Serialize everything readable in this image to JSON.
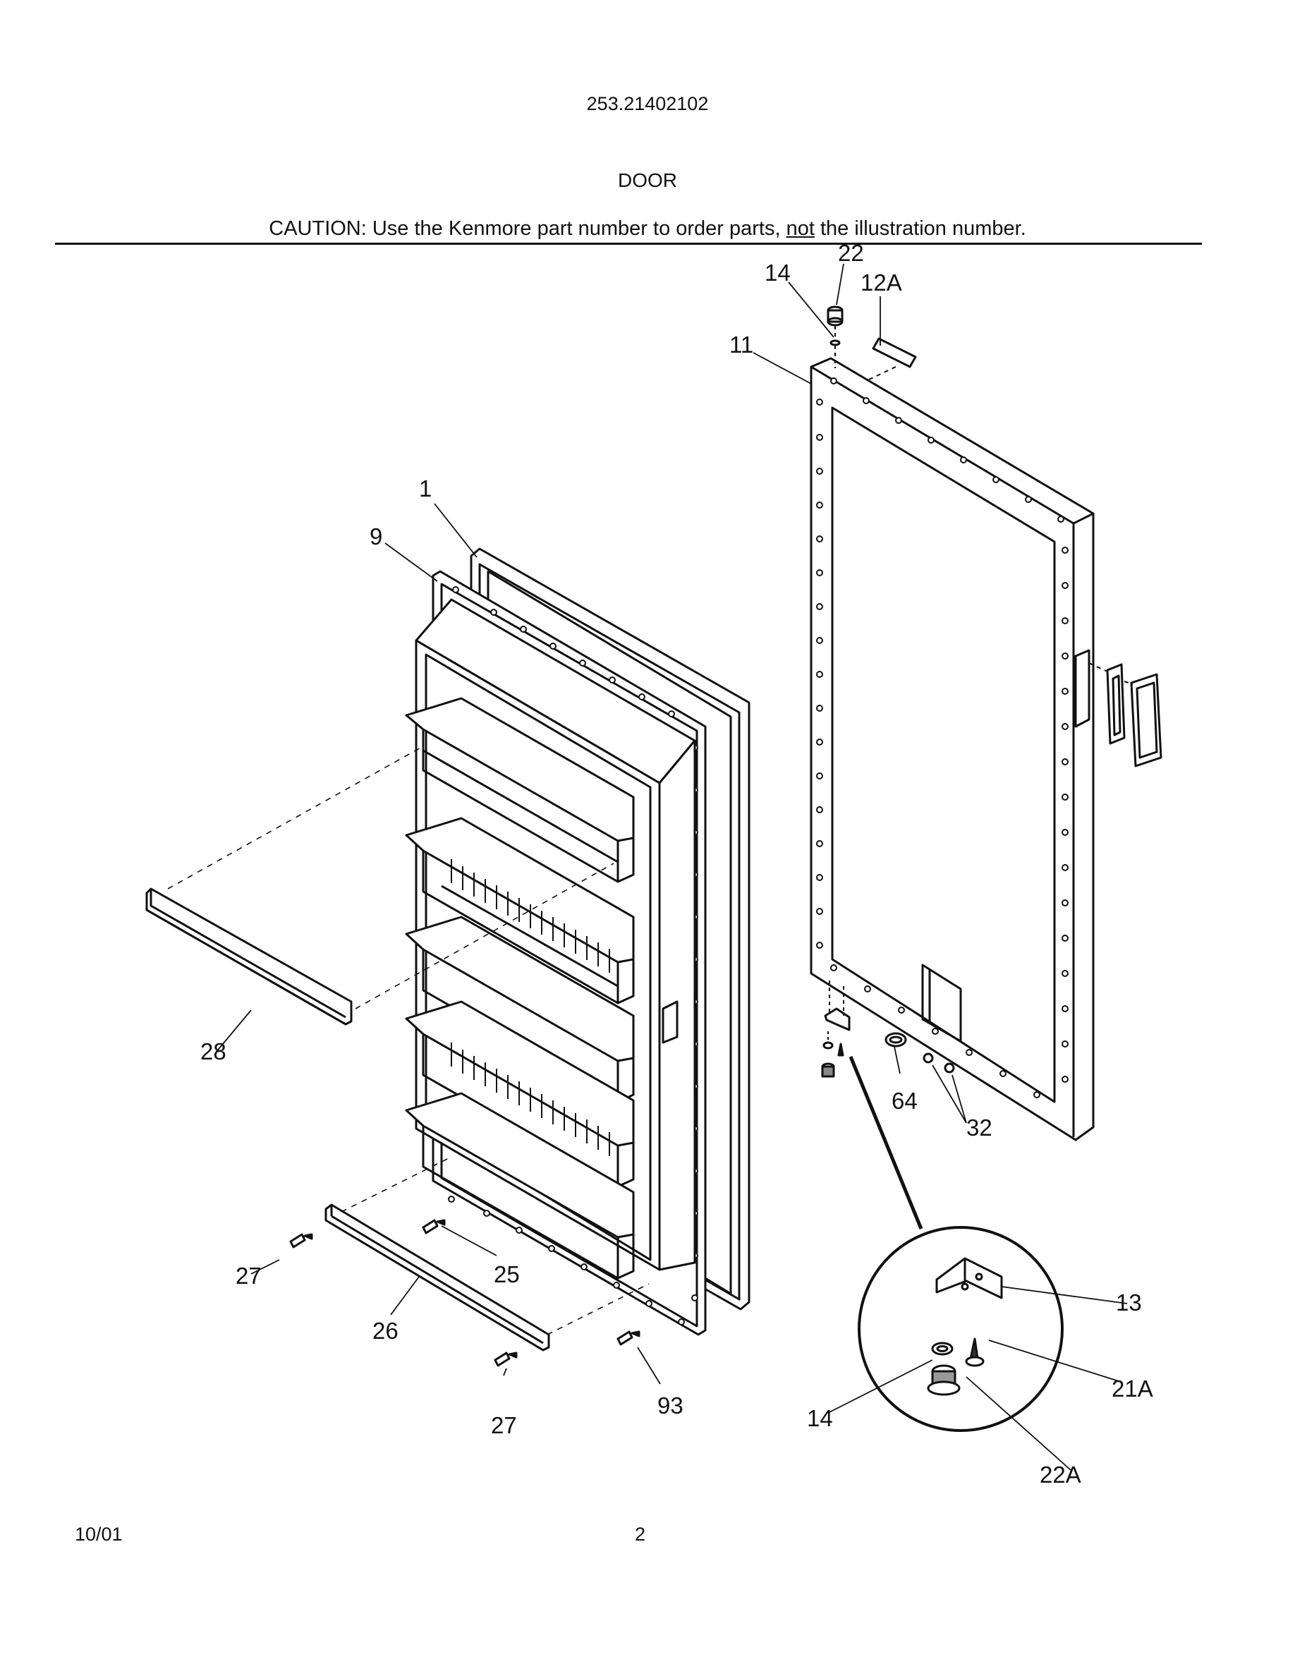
{
  "header": {
    "model_number": "253.21402102",
    "section_title": "DOOR",
    "caution_prefix": "CAUTION: Use the Kenmore part number to order parts, ",
    "caution_emphasis": "not",
    "caution_suffix": " the illustration number."
  },
  "callouts": {
    "c1": "1",
    "c9": "9",
    "c11": "11",
    "c12a": "12A",
    "c13": "13",
    "c14_top": "14",
    "c14_detail": "14",
    "c21a": "21A",
    "c22": "22",
    "c22a": "22A",
    "c25": "25",
    "c26": "26",
    "c27_upper": "27",
    "c27_lower": "27",
    "c28": "28",
    "c32": "32",
    "c64": "64",
    "c93": "93"
  },
  "footer": {
    "date": "10/01",
    "page_number": "2"
  }
}
